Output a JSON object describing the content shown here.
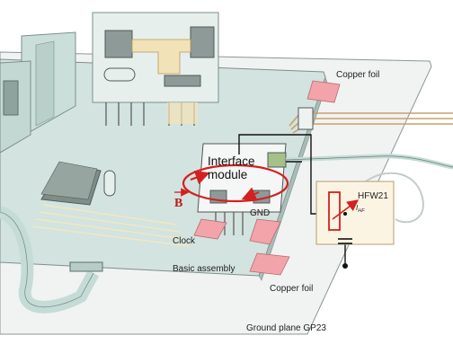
{
  "diagram": {
    "labels": {
      "copper_foil_top": "Copper foil",
      "copper_foil_bottom": "Copper foil",
      "interface_module_line1": "Interface",
      "interface_module_line2": "module",
      "gnd": "GND",
      "clock": "Clock",
      "hfw21": "HFW21",
      "i_hf": "I",
      "i_hf_sub": "HF",
      "b_field": "B",
      "basic_assembly": "Basic assembly",
      "ground_plane": "Ground plane GP23"
    },
    "colors": {
      "ground_plane": "#f1f3f3",
      "board": "#d3e3df",
      "copper_foil": "#f2a4aa",
      "field_loop": "#d42020",
      "probe_box": "#fcf4e2",
      "cable": "#c5dcd6",
      "signal_wire": "#111111"
    }
  }
}
